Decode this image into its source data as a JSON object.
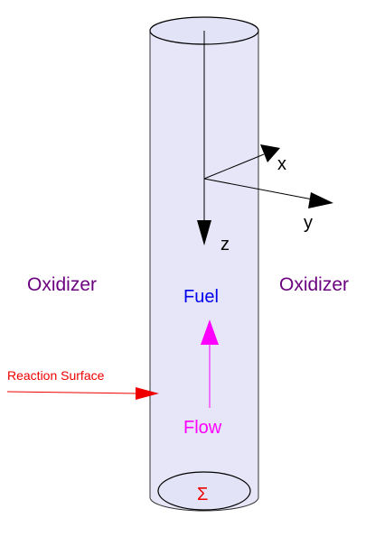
{
  "labels": {
    "axis_x": "x",
    "axis_y": "y",
    "axis_z": "z",
    "oxidizer_left": "Oxidizer",
    "oxidizer_right": "Oxidizer",
    "fuel": "Fuel",
    "flow": "Flow",
    "reaction_surface": "Reaction Surface",
    "sigma": "Σ"
  },
  "colors": {
    "cylinder_fill": "#e3e3f7",
    "cylinder_stroke": "#000000",
    "axis": "#000000",
    "oxidizer": "#6b007f",
    "fuel": "#0000ee",
    "flow": "#ff00ff",
    "reaction_surface": "#ee0000",
    "sigma": "#ee0000"
  }
}
